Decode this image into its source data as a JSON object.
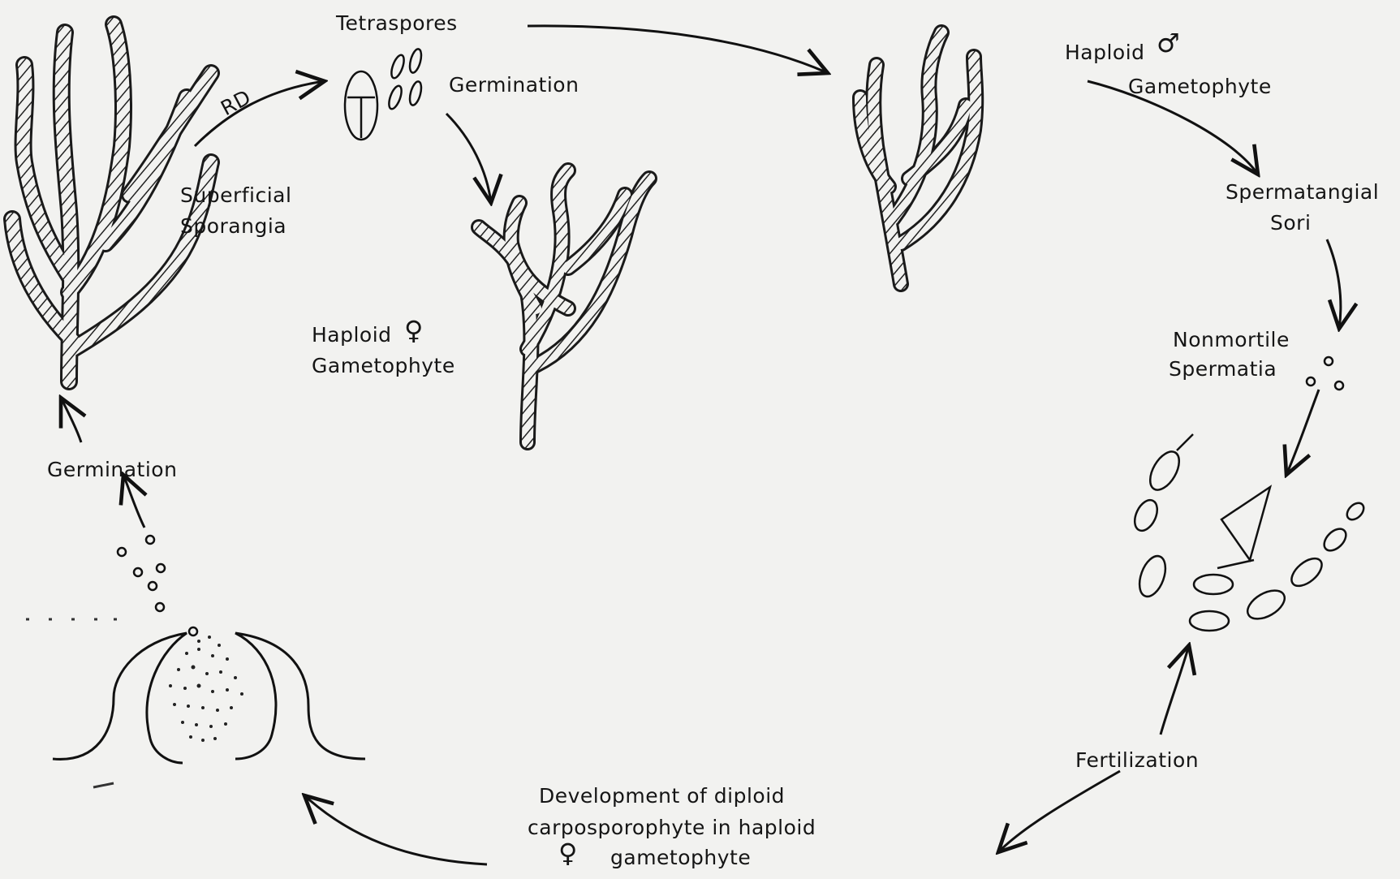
{
  "diagram": {
    "labels": {
      "tetraspores": "Tetraspores",
      "rd": "RD",
      "germination_top": "Germination",
      "superficial": "Superficial",
      "sporangia": "Sporangia",
      "haploid_female_line1": "Haploid",
      "haploid_female_line2": "Gametophyte",
      "haploid_male_line1": "Haploid",
      "haploid_male_line2": "Gametophyte",
      "spermatangial": "Spermatangial",
      "sori": "Sori",
      "nonmotile": "Nonmortile",
      "spermatia": "Spermatia",
      "germination_left": "Germination",
      "fertilization": "Fertilization",
      "development_line1": "Development of diploid",
      "development_line2": "carposporophyte in haploid",
      "development_line3": "gametophyte",
      "female_symbol": "♀",
      "male_symbol": "♂"
    }
  }
}
